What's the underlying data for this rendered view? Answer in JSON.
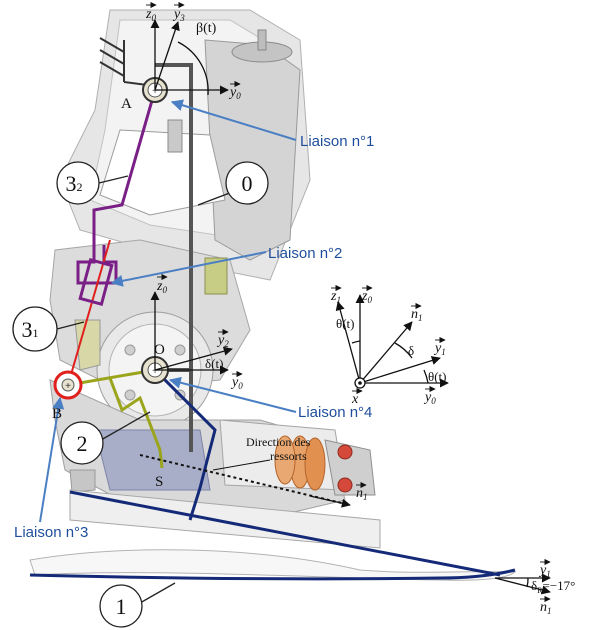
{
  "colors": {
    "frame0": "#555555",
    "part1": "#142a78",
    "part2": "#9aa51c",
    "part31": "#e0201c",
    "part32": "#7a1f86",
    "callout": "#4a7fc4",
    "calloutText": "#1f4e9c"
  },
  "links": {
    "l1": "Liaison n°1",
    "l2": "Liaison n°2",
    "l3": "Liaison n°3",
    "l4": "Liaison n°4"
  },
  "parts": {
    "p0": "0",
    "p1": "1",
    "p2": "2",
    "p31_main": "3",
    "p31_sub": "1",
    "p32_main": "3",
    "p32_sub": "2"
  },
  "points": {
    "A": "A",
    "B": "B",
    "O": "O",
    "S": "S"
  },
  "angles": {
    "beta": "β(t)",
    "delta_t": "δ(t)",
    "theta_t": "θ(t)",
    "theta_t2": "θ(t)",
    "delta": "δ",
    "deltaR_main": "δ",
    "deltaR_sub": "R",
    "deltaR_value": "=−17°"
  },
  "vectors": {
    "z0": "z",
    "z0_sub": "0",
    "y0": "y",
    "y0_sub": "0",
    "y1": "y",
    "y1_sub": "1",
    "y2": "y",
    "y2_sub": "2",
    "y3": "y",
    "y3_sub": "3",
    "z1": "z",
    "z1_sub": "1",
    "n1": "n",
    "n1_sub": "1",
    "x": "x"
  },
  "annotations": {
    "springs_line1": "Direction des",
    "springs_line2": "ressorts"
  }
}
